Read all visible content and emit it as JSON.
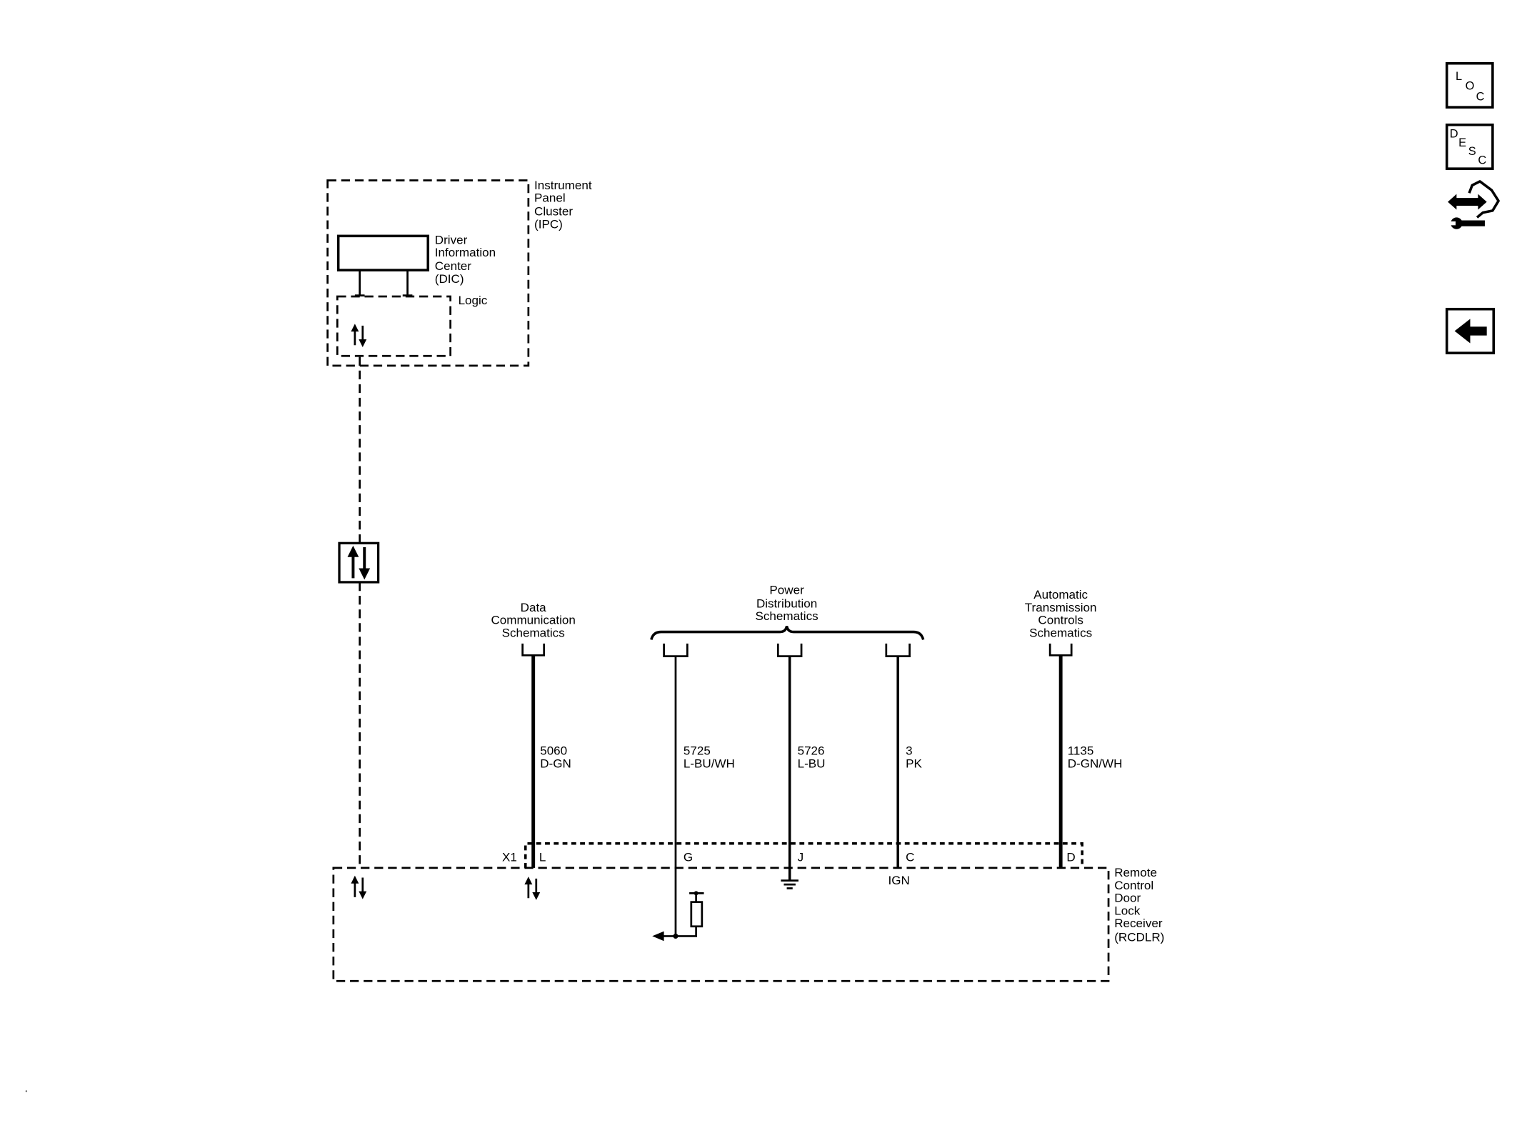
{
  "diagram": {
    "ipc": {
      "label_lines": [
        "Instrument",
        "Panel",
        "Cluster",
        "(IPC)"
      ]
    },
    "dic": {
      "label_lines": [
        "Driver",
        "Information",
        "Center",
        "(DIC)"
      ]
    },
    "logic": {
      "label": "Logic"
    },
    "rcdlr": {
      "label_lines": [
        "Remote",
        "Control",
        "Door",
        "Lock",
        "Receiver",
        "(RCDLR)"
      ]
    },
    "connector": {
      "name": "X1"
    },
    "ign_label": "IGN",
    "references": {
      "data_comm": [
        "Data",
        "Communication",
        "Schematics"
      ],
      "power_dist": [
        "Power",
        "Distribution",
        "Schematics"
      ],
      "trans": [
        "Automatic",
        "Transmission",
        "Controls",
        "Schematics"
      ]
    },
    "wires": [
      {
        "circuit": "5060",
        "color": "D-GN",
        "pin": "L"
      },
      {
        "circuit": "5725",
        "color": "L-BU/WH",
        "pin": "G"
      },
      {
        "circuit": "5726",
        "color": "L-BU",
        "pin": "J"
      },
      {
        "circuit": "3",
        "color": "PK",
        "pin": "C"
      },
      {
        "circuit": "1135",
        "color": "D-GN/WH",
        "pin": "D"
      }
    ]
  },
  "nav": {
    "loc_letters": [
      "L",
      "O",
      "C"
    ],
    "desc_letters": [
      "D",
      "E",
      "S",
      "C"
    ],
    "icons": {
      "harness": "wiring-harness-icon",
      "back": "back-arrow-icon"
    }
  }
}
